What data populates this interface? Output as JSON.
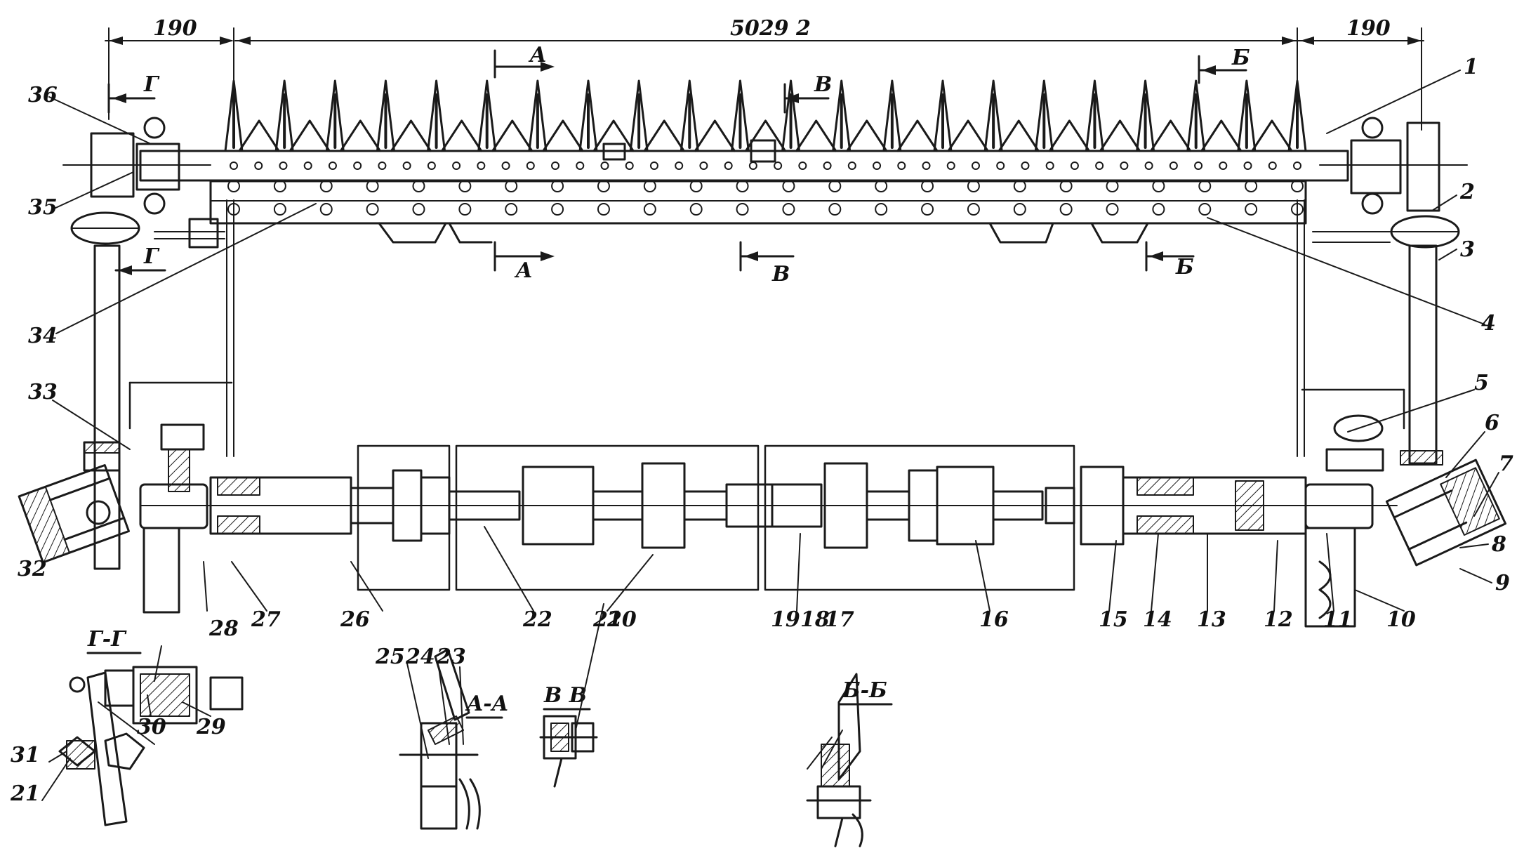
{
  "dimensions": {
    "top_center": "5029 2",
    "top_left": "190",
    "top_right": "190"
  },
  "section_marks": {
    "a_top": "A",
    "a_bottom": "A",
    "b_top": "Б",
    "b_bottom": "Б",
    "v_top": "B",
    "v_bottom": "B",
    "g_top": "Г",
    "g_bottom": "Г"
  },
  "section_titles": {
    "gg": "Г-Г",
    "aa": "A-A",
    "vv": "B B",
    "bb": "Б-Б"
  },
  "part_labels": {
    "p1": "1",
    "p2": "2",
    "p3": "3",
    "p4": "4",
    "p5": "5",
    "p6": "6",
    "p7": "7",
    "p8": "8",
    "p9": "9",
    "p10": "10",
    "p11": "11",
    "p12": "12",
    "p13": "13",
    "p14": "14",
    "p15": "15",
    "p16": "16",
    "p17": "17",
    "p18": "18",
    "p19": "19",
    "p20": "20",
    "p21": "21",
    "p22": "22",
    "p23": "23",
    "p24": "24",
    "p25": "25",
    "p26": "26",
    "p27": "27",
    "p28": "28",
    "p29": "29",
    "p30": "30",
    "p31": "31",
    "p21b": "21",
    "p32": "32",
    "p33": "33",
    "p34": "34",
    "p35": "35",
    "p36": "36"
  },
  "colors": {
    "ink": "#1a1a1a",
    "paper": "#ffffff"
  }
}
